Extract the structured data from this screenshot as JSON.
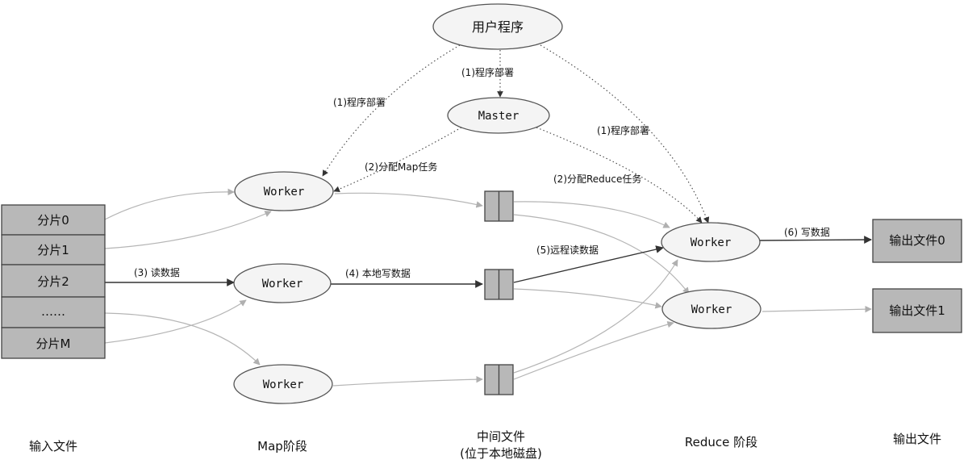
{
  "nodes": {
    "user_program": "用户程序",
    "master": "Master",
    "worker": "Worker"
  },
  "input_splits": [
    "分片0",
    "分片1",
    "分片2",
    "……",
    "分片M"
  ],
  "output_files": [
    "输出文件0",
    "输出文件1"
  ],
  "edge_labels": {
    "deploy_left": "(1)程序部署",
    "deploy_center": "(1)程序部署",
    "deploy_right": "(1)程序部署",
    "assign_map": "(2)分配Map任务",
    "assign_reduce": "(2)分配Reduce任务",
    "read_data": "(3) 读数据",
    "local_write": "(4) 本地写数据",
    "remote_read": "(5)远程读数据",
    "write_data": "(6) 写数据"
  },
  "stage_labels": {
    "input": "输入文件",
    "map": "Map阶段",
    "intermediate_line1": "中间文件",
    "intermediate_line2": "(位于本地磁盘)",
    "reduce": "Reduce 阶段",
    "output": "输出文件"
  },
  "colors": {
    "node_fill": "#f4f4f4",
    "box_fill": "#b8b8b8",
    "gray_line": "#b5b5b5",
    "dark_line": "#333333"
  }
}
